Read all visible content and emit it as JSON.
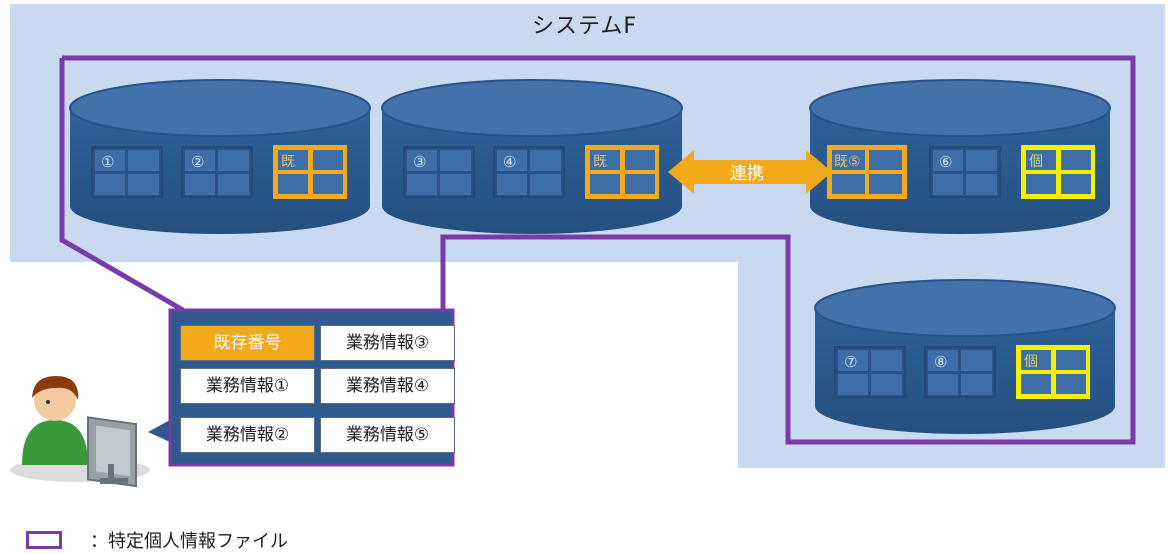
{
  "system": {
    "title": "システムF"
  },
  "link": {
    "label": "連携"
  },
  "databases": [
    {
      "id": "db1",
      "cells": [
        {
          "label": "①"
        },
        {
          "label": "②"
        },
        {
          "label": "既",
          "highlight": "orange"
        }
      ]
    },
    {
      "id": "db2",
      "cells": [
        {
          "label": "③"
        },
        {
          "label": "④"
        },
        {
          "label": "既",
          "highlight": "orange"
        }
      ]
    },
    {
      "id": "db3",
      "cells": [
        {
          "label": "既⑤",
          "highlight": "orange"
        },
        {
          "label": "⑥"
        },
        {
          "label": "個",
          "highlight": "yellow"
        }
      ]
    },
    {
      "id": "db4",
      "cells": [
        {
          "label": "⑦"
        },
        {
          "label": "⑧"
        },
        {
          "label": "個",
          "highlight": "yellow"
        }
      ]
    }
  ],
  "info_panel": {
    "items": [
      {
        "label": "既存番号",
        "highlight": true
      },
      {
        "label": "業務情報③",
        "highlight": false
      },
      {
        "label": "業務情報①",
        "highlight": false
      },
      {
        "label": "業務情報④",
        "highlight": false
      },
      {
        "label": "業務情報②",
        "highlight": false
      },
      {
        "label": "業務情報⑤",
        "highlight": false
      }
    ]
  },
  "legend": {
    "text": "：特定個人情報ファイル"
  },
  "colors": {
    "system_bg": "#c9daf0",
    "db_fill": "#2e5d93",
    "db_top": "#4272ab",
    "frame_purple": "#7a3aa7",
    "highlight_orange": "#f2a91a",
    "highlight_yellow": "#f4f000",
    "panel_bg": "#2f5a8f"
  }
}
